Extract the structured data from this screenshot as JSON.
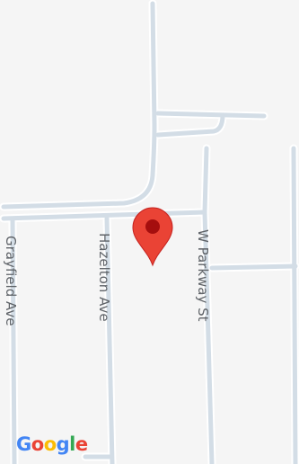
{
  "map": {
    "background_color": "#f5f5f5",
    "road_color": "#d3dde6",
    "road_outline_color": "#ffffff",
    "label_color": "#5f6368",
    "streets": [
      {
        "name": "Grayfield Ave"
      },
      {
        "name": "Hazelton Ave"
      },
      {
        "name": "W Parkway St"
      }
    ],
    "marker": {
      "icon": "map-pin-icon",
      "color": "#ea4335",
      "dot_color": "#a50e0e"
    },
    "logo": {
      "letters": [
        {
          "char": "G",
          "color": "#4285f4"
        },
        {
          "char": "o",
          "color": "#ea4335"
        },
        {
          "char": "o",
          "color": "#fbbc05"
        },
        {
          "char": "g",
          "color": "#4285f4"
        },
        {
          "char": "l",
          "color": "#34a853"
        },
        {
          "char": "e",
          "color": "#ea4335"
        }
      ]
    }
  }
}
